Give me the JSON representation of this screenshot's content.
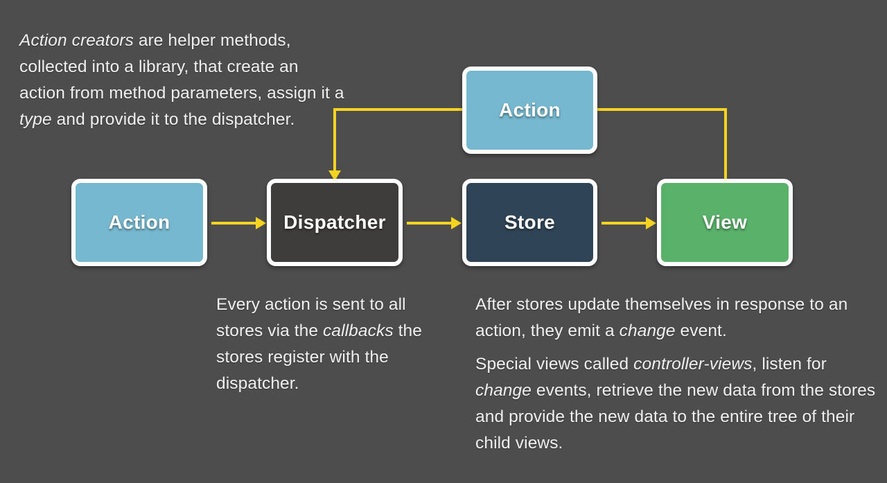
{
  "theme": {
    "background": "#4d4d4d",
    "connector": "#f4d421",
    "node_border": "#ffffff",
    "text": "#f0f0f0",
    "action_fill": "#76b8cf",
    "dispatcher_fill": "#3e3d3b",
    "store_fill": "#2f4456",
    "view_fill": "#59b16a"
  },
  "diagram": {
    "type": "flow",
    "nodes": [
      {
        "id": "action-top",
        "label": "Action",
        "color": "#76b8cf"
      },
      {
        "id": "action-left",
        "label": "Action",
        "color": "#76b8cf"
      },
      {
        "id": "dispatcher",
        "label": "Dispatcher",
        "color": "#3e3d3b"
      },
      {
        "id": "store",
        "label": "Store",
        "color": "#2f4456"
      },
      {
        "id": "view",
        "label": "View",
        "color": "#59b16a"
      }
    ],
    "edges": [
      {
        "from": "action-left",
        "to": "dispatcher",
        "style": "straight-arrow"
      },
      {
        "from": "dispatcher",
        "to": "store",
        "style": "straight-arrow"
      },
      {
        "from": "store",
        "to": "view",
        "style": "straight-arrow"
      },
      {
        "from": "action-top",
        "to": "dispatcher",
        "style": "elbow-arrow-down"
      },
      {
        "from": "view",
        "to": "action-top",
        "style": "elbow"
      }
    ]
  },
  "annotations": {
    "action_creators": {
      "parts": [
        {
          "text": "Action creators",
          "italic": true
        },
        {
          "text": " are helper methods, collected into a library, that create an action from method parameters, assign it a ",
          "italic": false
        },
        {
          "text": "type",
          "italic": true
        },
        {
          "text": " and provide it to the dispatcher.",
          "italic": false
        }
      ]
    },
    "dispatcher_note": {
      "parts": [
        {
          "text": "Every action is sent to all stores via the ",
          "italic": false
        },
        {
          "text": "callbacks",
          "italic": true
        },
        {
          "text": " the stores register with the dispatcher.",
          "italic": false
        }
      ]
    },
    "store_note": {
      "parts": [
        {
          "text": "After stores update themselves in response to an action, they emit a ",
          "italic": false
        },
        {
          "text": "change",
          "italic": true
        },
        {
          "text": " event.",
          "italic": false
        }
      ]
    },
    "view_note": {
      "parts": [
        {
          "text": "Special views called ",
          "italic": false
        },
        {
          "text": "controller-views",
          "italic": true
        },
        {
          "text": ", listen for ",
          "italic": false
        },
        {
          "text": "change",
          "italic": true
        },
        {
          "text": " events, retrieve the new data from the stores and provide the new data to the entire tree of their child views.",
          "italic": false
        }
      ]
    }
  }
}
